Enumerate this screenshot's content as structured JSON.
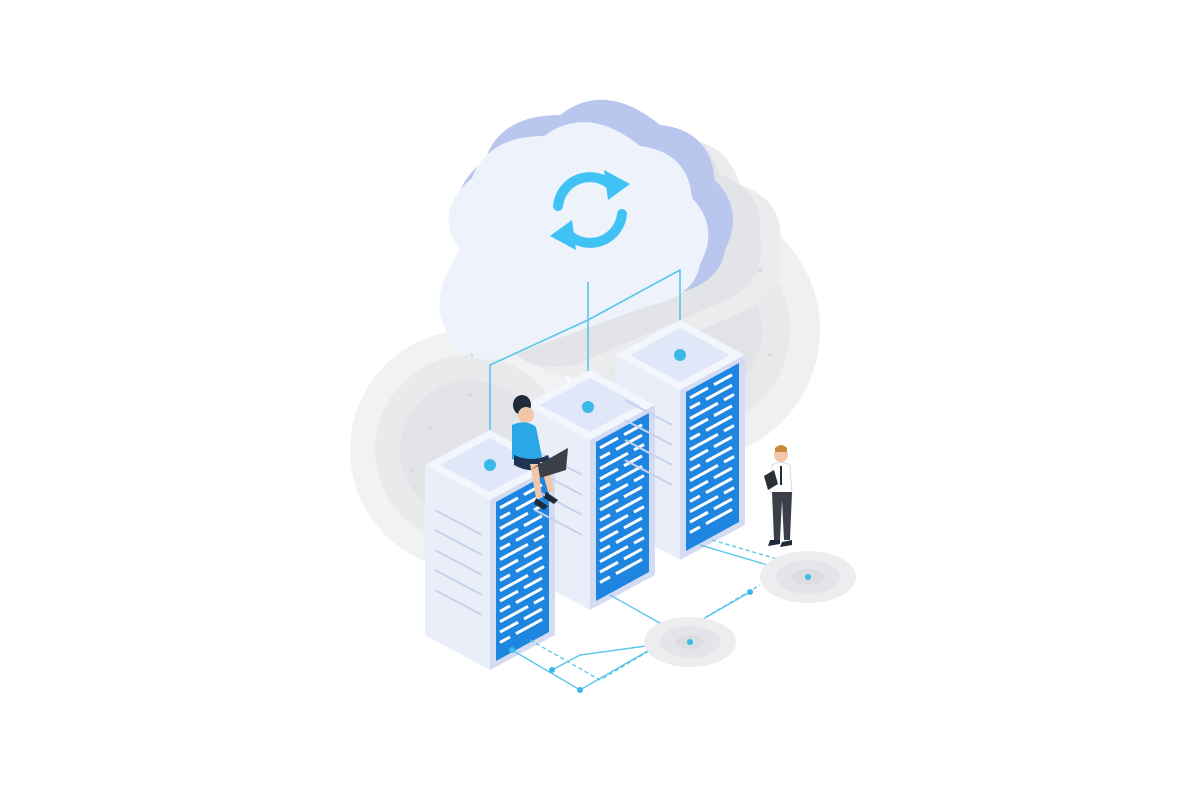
{
  "scene": {
    "subject": "isometric-cloud-data-center",
    "icons": [
      "sync-arrows-icon",
      "cloud-icon",
      "server-rack",
      "person-with-laptop",
      "person-with-tablet"
    ]
  },
  "colors": {
    "background": "#ffffff",
    "cloud_face": "#eef3fb",
    "cloud_side": "#b9c7ef",
    "cloud_shadow": "#e4e6ea",
    "sync_arrows": "#40c2f5",
    "server_face_light": "#e9eef9",
    "server_face_mid": "#d3dcf2",
    "server_panel": "#1e86e0",
    "server_slots": "#ffffff",
    "connector_line": "#5bc5ec",
    "node_dot": "#3ab9e8",
    "woman_shirt": "#2aa8e6",
    "woman_skirt": "#1f3352",
    "man_pants": "#3a3f48",
    "ground_shadow": "#e9eaec"
  }
}
